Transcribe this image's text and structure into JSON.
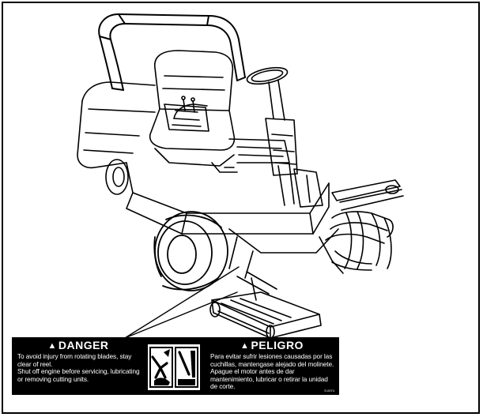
{
  "decal": {
    "en_heading": "DANGER",
    "en_text": "To avoid injury from rotating blades, stay clear of reel.\nShut off engine before servicing, lubricating or removing cutting units.",
    "es_heading": "PELIGRO",
    "es_text": "Para evitar sufrir lesiones causadas por las cuchillas, mantengase alejado del molinete.\nApague el motor antes de dar mantenimiento, lubricar o retirar la unidad de corte.",
    "part_code": "S-0074"
  },
  "icons": {
    "warning": "warning-triangle-icon",
    "hazard": "rotating-blade-hazard-icon",
    "shutoff": "engine-shutoff-icon"
  }
}
